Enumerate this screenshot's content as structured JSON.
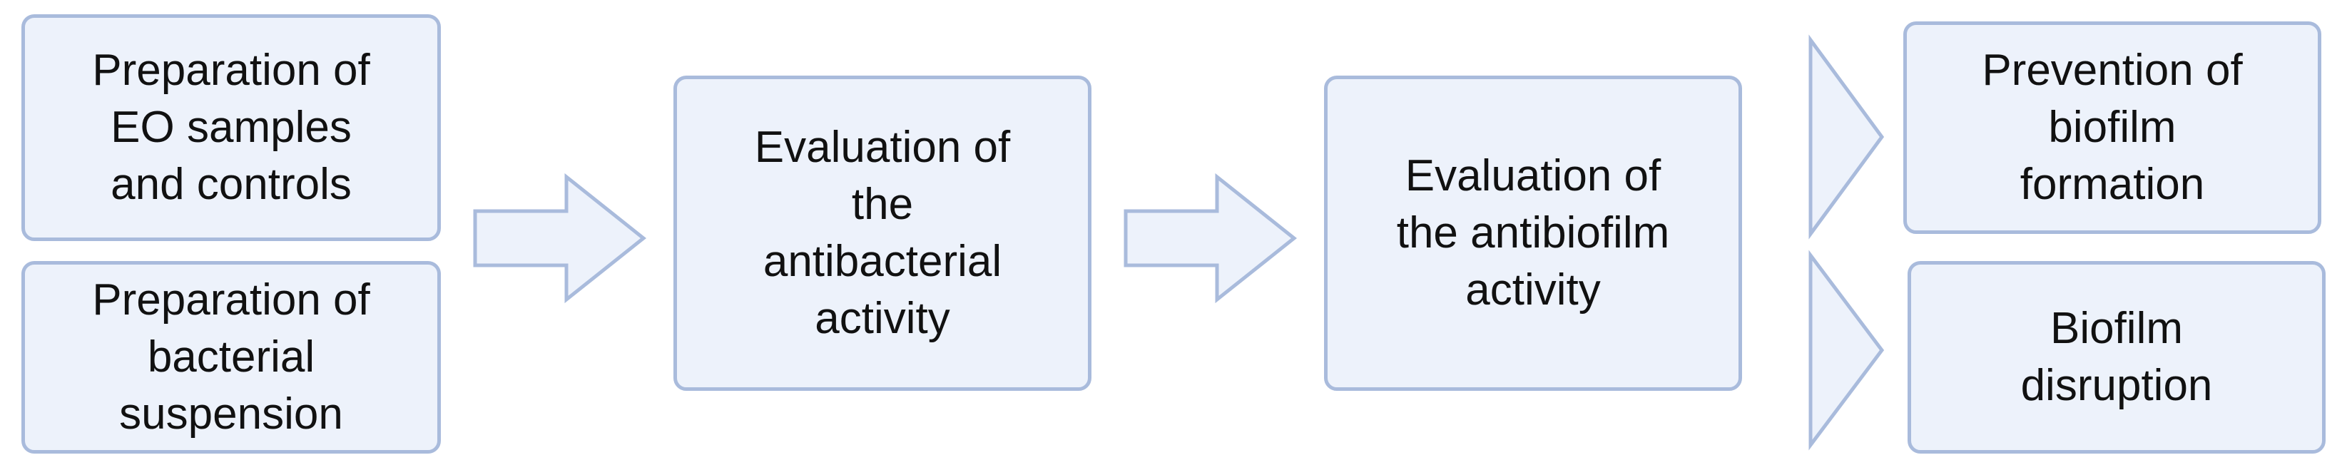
{
  "diagram": {
    "steps": {
      "prep_eo": "Preparation of\nEO samples\nand controls",
      "prep_bacteria": "Preparation of\nbacterial\nsuspension",
      "antibacterial": "Evaluation of\nthe\nantibacterial\nactivity",
      "antibiofilm": "Evaluation of\nthe antibiofilm\nactivity",
      "prevention": "Prevention of\nbiofilm\nformation",
      "disruption": "Biofilm\ndisruption"
    },
    "colors": {
      "box_fill": "#edf2fb",
      "box_border": "#a9bbdc",
      "text": "#111111"
    }
  }
}
